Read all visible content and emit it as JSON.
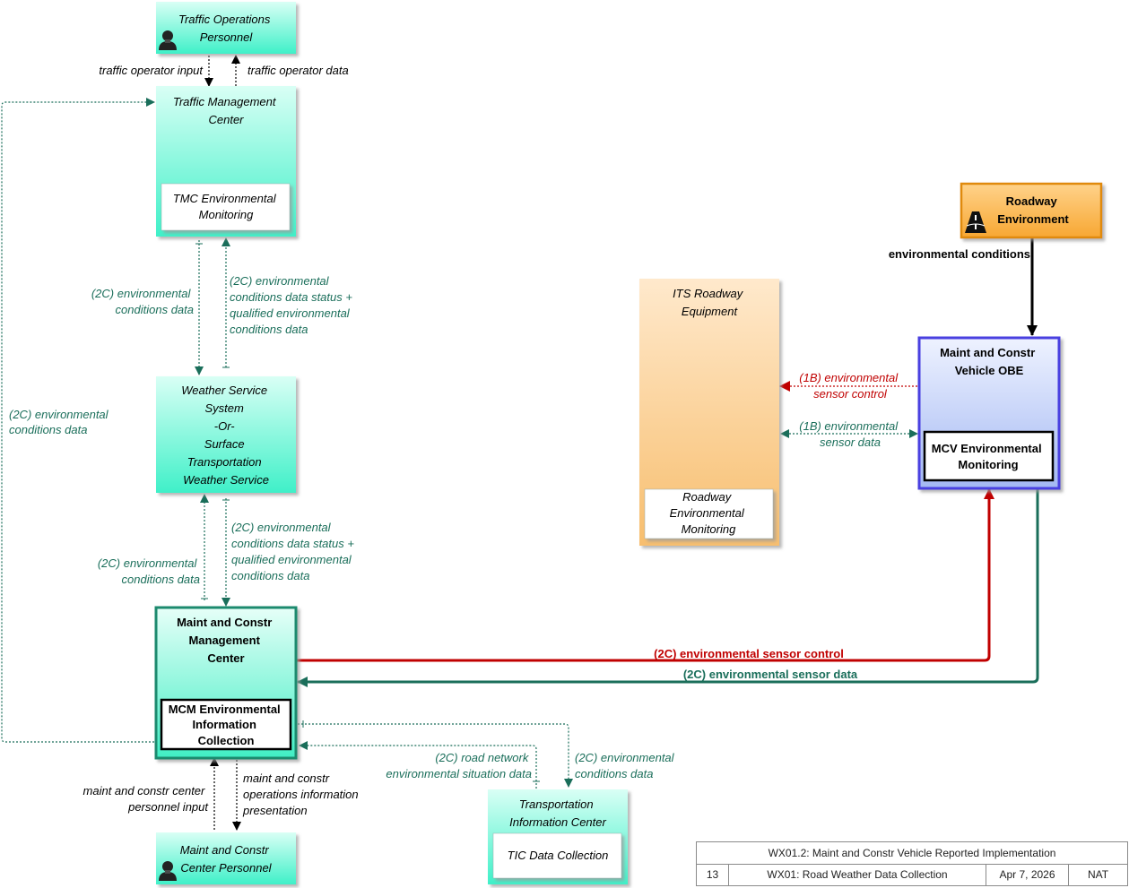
{
  "entities": {
    "traffic_ops_personnel": {
      "title": [
        "Traffic Operations",
        "Personnel"
      ]
    },
    "tmc": {
      "title": [
        "Traffic Management",
        "Center"
      ],
      "function": [
        "TMC Environmental",
        "Monitoring"
      ]
    },
    "weather_service": {
      "title": [
        "Weather Service",
        "System",
        "-Or-",
        "Surface",
        "Transportation",
        "Weather Service"
      ]
    },
    "mcm": {
      "title": [
        "Maint and Constr",
        "Management",
        "Center"
      ],
      "function": [
        "MCM Environmental",
        "Information",
        "Collection"
      ]
    },
    "mc_personnel": {
      "title": [
        "Maint and Constr",
        "Center Personnel"
      ]
    },
    "tic": {
      "title": [
        "Transportation",
        "Information Center"
      ],
      "function": [
        "TIC Data Collection"
      ]
    },
    "its_roadway": {
      "title": [
        "ITS Roadway",
        "Equipment"
      ],
      "function": [
        "Roadway",
        "Environmental",
        "Monitoring"
      ]
    },
    "roadway_env": {
      "title": [
        "Roadway",
        "Environment"
      ]
    },
    "mcv_obe": {
      "title": [
        "Maint and Constr",
        "Vehicle OBE"
      ],
      "function": [
        "MCV Environmental",
        "Monitoring"
      ]
    }
  },
  "flows": {
    "traffic_operator_input": [
      "traffic operator input"
    ],
    "traffic_operator_data": [
      "traffic operator data"
    ],
    "tmc_to_wx": [
      "(2C) environmental",
      "conditions data"
    ],
    "wx_to_tmc": [
      "(2C) environmental",
      "conditions data status +",
      "qualified environmental",
      "conditions data"
    ],
    "mcm_to_tmc": [
      "(2C) environmental",
      "conditions data"
    ],
    "mcm_to_wx": [
      "(2C) environmental",
      "conditions data"
    ],
    "wx_to_mcm": [
      "(2C) environmental",
      "conditions data status +",
      "qualified environmental",
      "conditions data"
    ],
    "mc_personnel_input": [
      "maint and constr center",
      "personnel input"
    ],
    "mc_ops_presentation": [
      "maint and constr",
      "operations information",
      "presentation"
    ],
    "tic_to_mcm": [
      "(2C) road network",
      "environmental situation data"
    ],
    "mcm_to_tic": [
      "(2C) environmental",
      "conditions data"
    ],
    "env_conditions": [
      "environmental conditions"
    ],
    "sensor_control_1b": [
      "(1B) environmental",
      "sensor control"
    ],
    "sensor_data_1b": [
      "(1B) environmental",
      "sensor data"
    ],
    "sensor_control_2c": [
      "(2C) environmental sensor control"
    ],
    "sensor_data_2c": [
      "(2C) environmental sensor data"
    ]
  },
  "title_block": {
    "title": "WX01.2: Maint and Constr Vehicle Reported Implementation",
    "page": "13",
    "package": "WX01: Road Weather Data Collection",
    "date": "Apr 7, 2026",
    "scope": "NAT"
  },
  "colors": {
    "center_fill_top": "#d9fff5",
    "center_fill_bottom": "#3ff0c8",
    "center_border": "#1a8a6e",
    "field_fill_top": "#ffe9cc",
    "field_fill_bottom": "#f9c47a",
    "terminator_fill": "#f9b34a",
    "terminator_border": "#e08a10",
    "vehicle_fill_top": "#eef2ff",
    "vehicle_fill_bottom": "#a8bdf5",
    "vehicle_border": "#4a3fe0",
    "flow_teal": "#1a6e5a",
    "flow_red": "#c00000",
    "flow_black": "#000000"
  },
  "icons": [
    "person-icon",
    "roadway-icon"
  ]
}
